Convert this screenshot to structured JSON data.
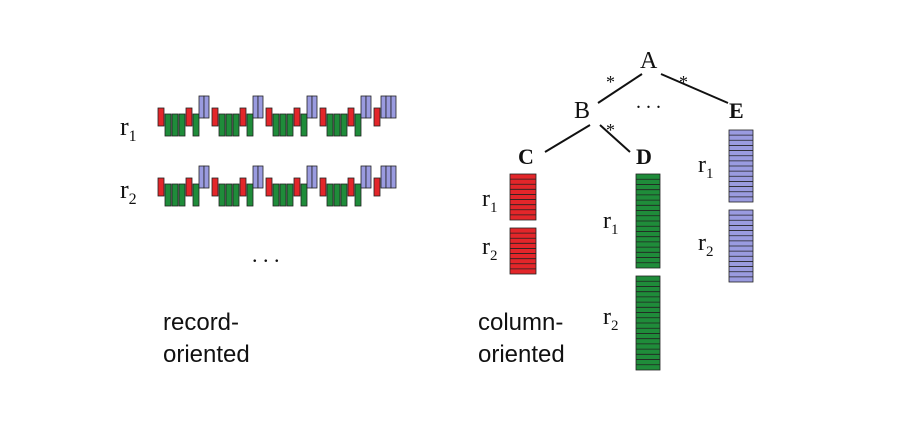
{
  "colors": {
    "red": "#e3262a",
    "green": "#1f8c3a",
    "blue": "#9a9be0",
    "line": "#111111"
  },
  "record_oriented": {
    "rows": [
      {
        "name": "r",
        "sub": "1"
      },
      {
        "name": "r",
        "sub": "2"
      }
    ],
    "ellipsis": ". . .",
    "caption_line1": "record-",
    "caption_line2": "oriented"
  },
  "column_oriented": {
    "tree": {
      "root": "A",
      "node_b": "B",
      "node_c": "C",
      "node_d": "D",
      "node_e": "E",
      "star": "*",
      "ellipsis": ". . ."
    },
    "column_labels": {
      "c_r1": {
        "name": "r",
        "sub": "1"
      },
      "c_r2": {
        "name": "r",
        "sub": "2"
      },
      "d_r1": {
        "name": "r",
        "sub": "1"
      },
      "d_r2": {
        "name": "r",
        "sub": "2"
      },
      "e_r1": {
        "name": "r",
        "sub": "1"
      },
      "e_r2": {
        "name": "r",
        "sub": "2"
      }
    },
    "caption_line1": "column-",
    "caption_line2": "oriented"
  }
}
